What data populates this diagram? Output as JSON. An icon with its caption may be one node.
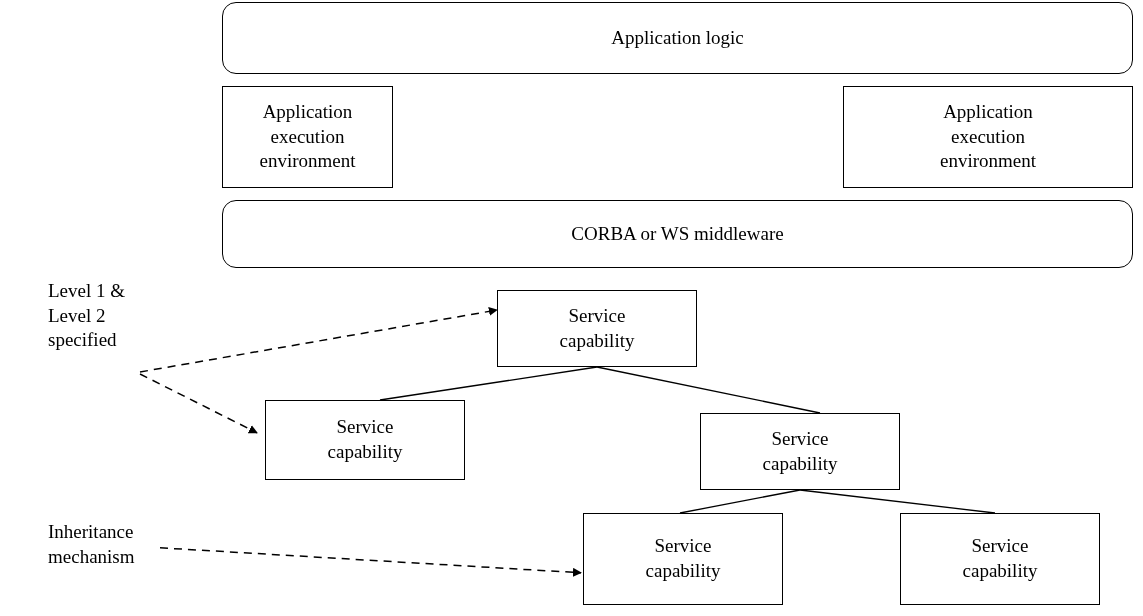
{
  "diagram": {
    "nodes": [
      {
        "text": [
          "Application logic"
        ]
      },
      {
        "text": [
          "Application execution environment"
        ]
      },
      {
        "text": [
          "Application execution environment"
        ]
      },
      {
        "text": [
          "CORBA or WS middleware"
        ]
      },
      {
        "text": [
          "Service capability"
        ]
      },
      {
        "text": [
          "Service capability"
        ]
      },
      {
        "text": [
          "Service capability"
        ]
      },
      {
        "text": [
          "Service capability"
        ]
      },
      {
        "text": [
          "Service capability"
        ]
      },
      {
        "text": [
          "Level 1 & Level 2 specified"
        ]
      },
      {
        "text": [
          "Inheritance mechanism"
        ]
      }
    ],
    "edges": [
      {
        "from": 4,
        "to": 5,
        "arrow": "none"
      },
      {
        "from": 4,
        "to": 6,
        "arrow": "none"
      },
      {
        "from": 6,
        "to": 7,
        "arrow": "none"
      },
      {
        "from": 6,
        "to": 8,
        "arrow": "none"
      },
      {
        "from": 9,
        "to": 4,
        "arrow": "to",
        "style": "dashed"
      },
      {
        "from": 9,
        "to": 5,
        "arrow": "to",
        "style": "dashed"
      },
      {
        "from": 10,
        "to": 7,
        "arrow": "to",
        "style": "dashed"
      }
    ]
  }
}
